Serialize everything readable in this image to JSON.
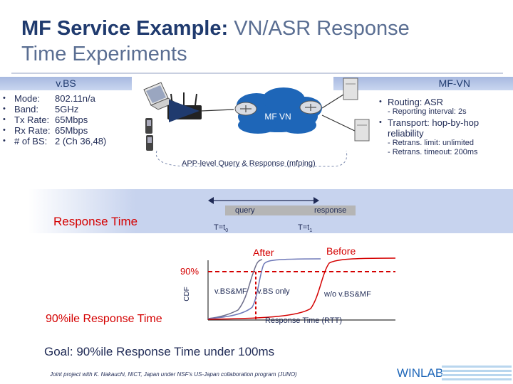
{
  "title": {
    "part1": "MF Service Example: ",
    "part2": "VN/ASR Response",
    "line2": "Time Experiments"
  },
  "left_panel": {
    "header": "v.BS",
    "items": [
      {
        "key": "Mode:",
        "value": "802.11n/a"
      },
      {
        "key": "Band:",
        "value": "5GHz"
      },
      {
        "key": "Tx Rate:",
        "value": "65Mbps"
      },
      {
        "key": "Rx Rate:",
        "value": "65Mbps"
      },
      {
        "key": "# of BS:",
        "value": "2 (Ch 36,48)"
      }
    ]
  },
  "right_panel": {
    "header": "MF-VN",
    "items": [
      {
        "label": "Routing: ASR",
        "subs": [
          "- Reporting interval: 2s"
        ]
      },
      {
        "label": "Transport: hop-by-hop reliability",
        "subs": [
          "- Retrans. limit: unlimited",
          "- Retrans. timeout: 200ms"
        ]
      }
    ]
  },
  "diagram": {
    "cloud_label": "MF VN",
    "query_caption": "APP-level Query & Response (mfping)"
  },
  "timing": {
    "response_time_label": "Response Time",
    "query_label": "query",
    "response_label": "response",
    "t0_label": "T=t",
    "t0_sub": "0",
    "t1_label": "T=t",
    "t1_sub": "1"
  },
  "cdf": {
    "after_label": "After",
    "before_label": "Before",
    "percent_label": "90%",
    "y_axis_label": "CDF",
    "series_labels": [
      "v.BS&MF",
      "v.BS only",
      "w/o v.BS&MF"
    ],
    "x_axis_label": "Response Time (RTT)",
    "left_label": "90%ile Response Time",
    "colors": {
      "vbs_mf": "#6d6d8a",
      "vbs_only": "#6e78b8",
      "without": "#d40000",
      "marker": "#d40000"
    }
  },
  "goal": "Goal: 90%ile Response Time under 100ms",
  "footer": "Joint project with K. Nakauchi, NICT, Japan under NSF's US-Japan collaboration program (JUNO)",
  "logo": "WINLAB"
}
